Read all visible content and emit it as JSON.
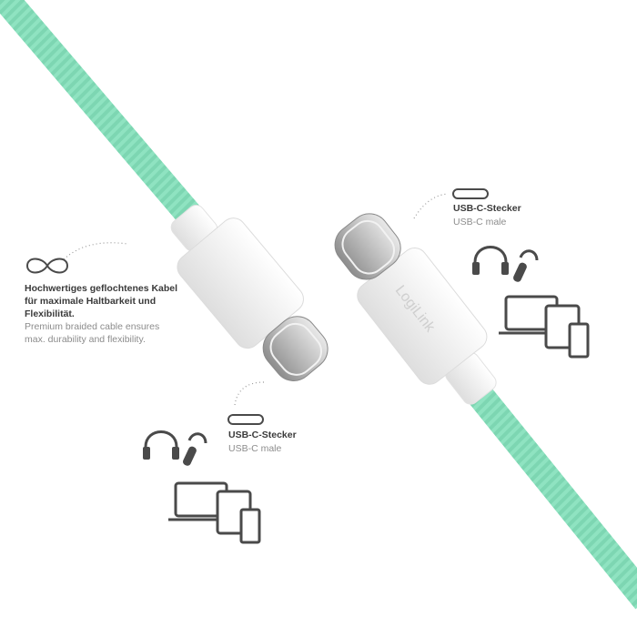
{
  "braid_feature": {
    "icon": "braid-infinity-icon",
    "title": "Hochwertiges geflochtenes Kabel für maximale Haltbarkeit und Flexibilität.",
    "subtitle": "Premium braided cable ensures max. durability and flexibility."
  },
  "connector_right": {
    "label_de": "USB-C-Stecker",
    "label_en": "USB-C male",
    "icon": "usb-c-port-icon",
    "devices": [
      "headphones-icon",
      "headset-icon",
      "laptop-icon",
      "tablet-icon",
      "smartphone-icon"
    ]
  },
  "connector_left": {
    "label_de": "USB-C-Stecker",
    "label_en": "USB-C male",
    "icon": "usb-c-port-icon",
    "devices": [
      "headphones-icon",
      "headset-icon",
      "laptop-icon",
      "tablet-icon",
      "smartphone-icon"
    ]
  },
  "brand": {
    "logo_text": "LogiLink"
  },
  "colors": {
    "cable": "#8fe3c1",
    "housing": "#f4f4f4",
    "metal": "#c8c8c8",
    "icons": "#4a4a4a"
  }
}
